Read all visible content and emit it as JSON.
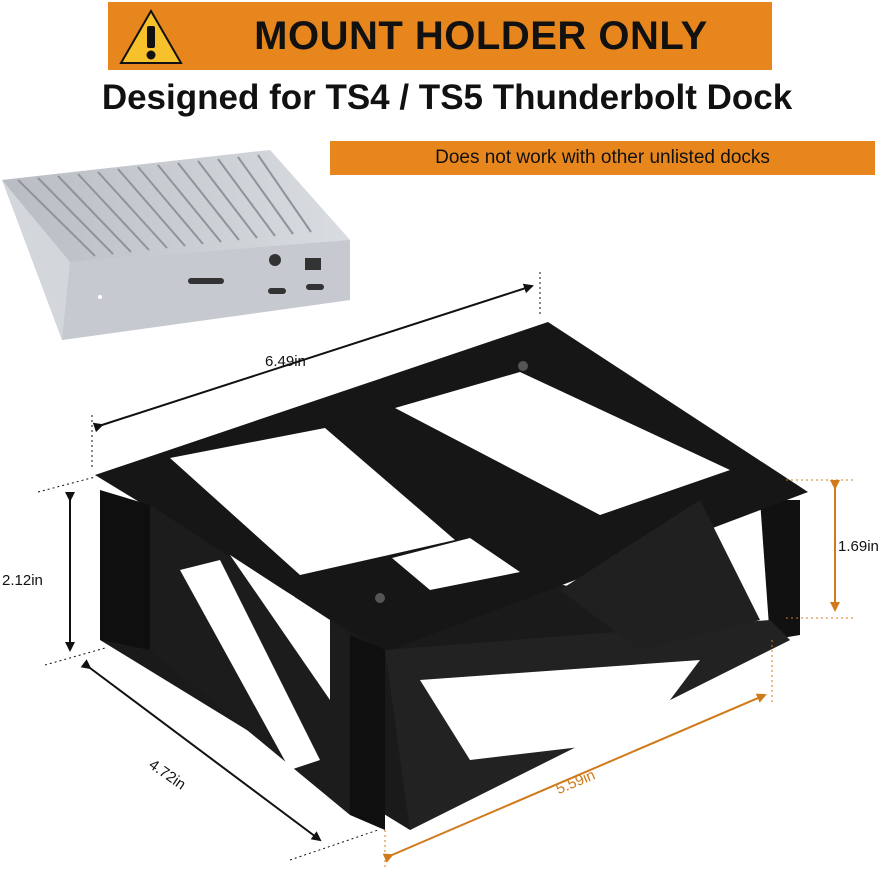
{
  "banner": {
    "text": "MOUNT HOLDER ONLY",
    "icon": "warning-icon",
    "color": "#e8861e"
  },
  "subtitle": "Designed for TS4 / TS5 Thunderbolt Dock",
  "note": "Does not work with other unlisted docks",
  "dimensions": {
    "length": "6.49in",
    "height": "2.12in",
    "depth": "4.72in",
    "inner_height": "1.69in",
    "inner_width": "5.59in"
  },
  "colors": {
    "accent": "#e8861e",
    "holder": "#111111",
    "dock": "#c8ccd2"
  }
}
